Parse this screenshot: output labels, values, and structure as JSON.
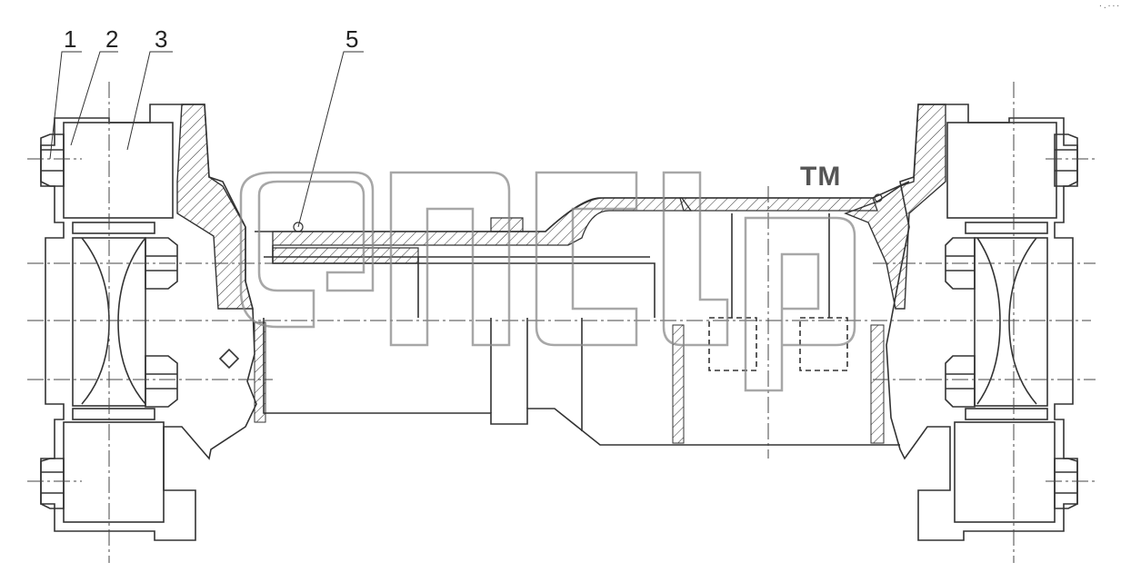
{
  "callouts": [
    "1",
    "2",
    "3",
    "5"
  ],
  "watermark": {
    "trademark": "TM"
  },
  "corner_mark": "·.···",
  "colors": {
    "line": "#333333",
    "centerline": "#444444",
    "watermark": "#8a8a8a",
    "background": "#ffffff"
  }
}
